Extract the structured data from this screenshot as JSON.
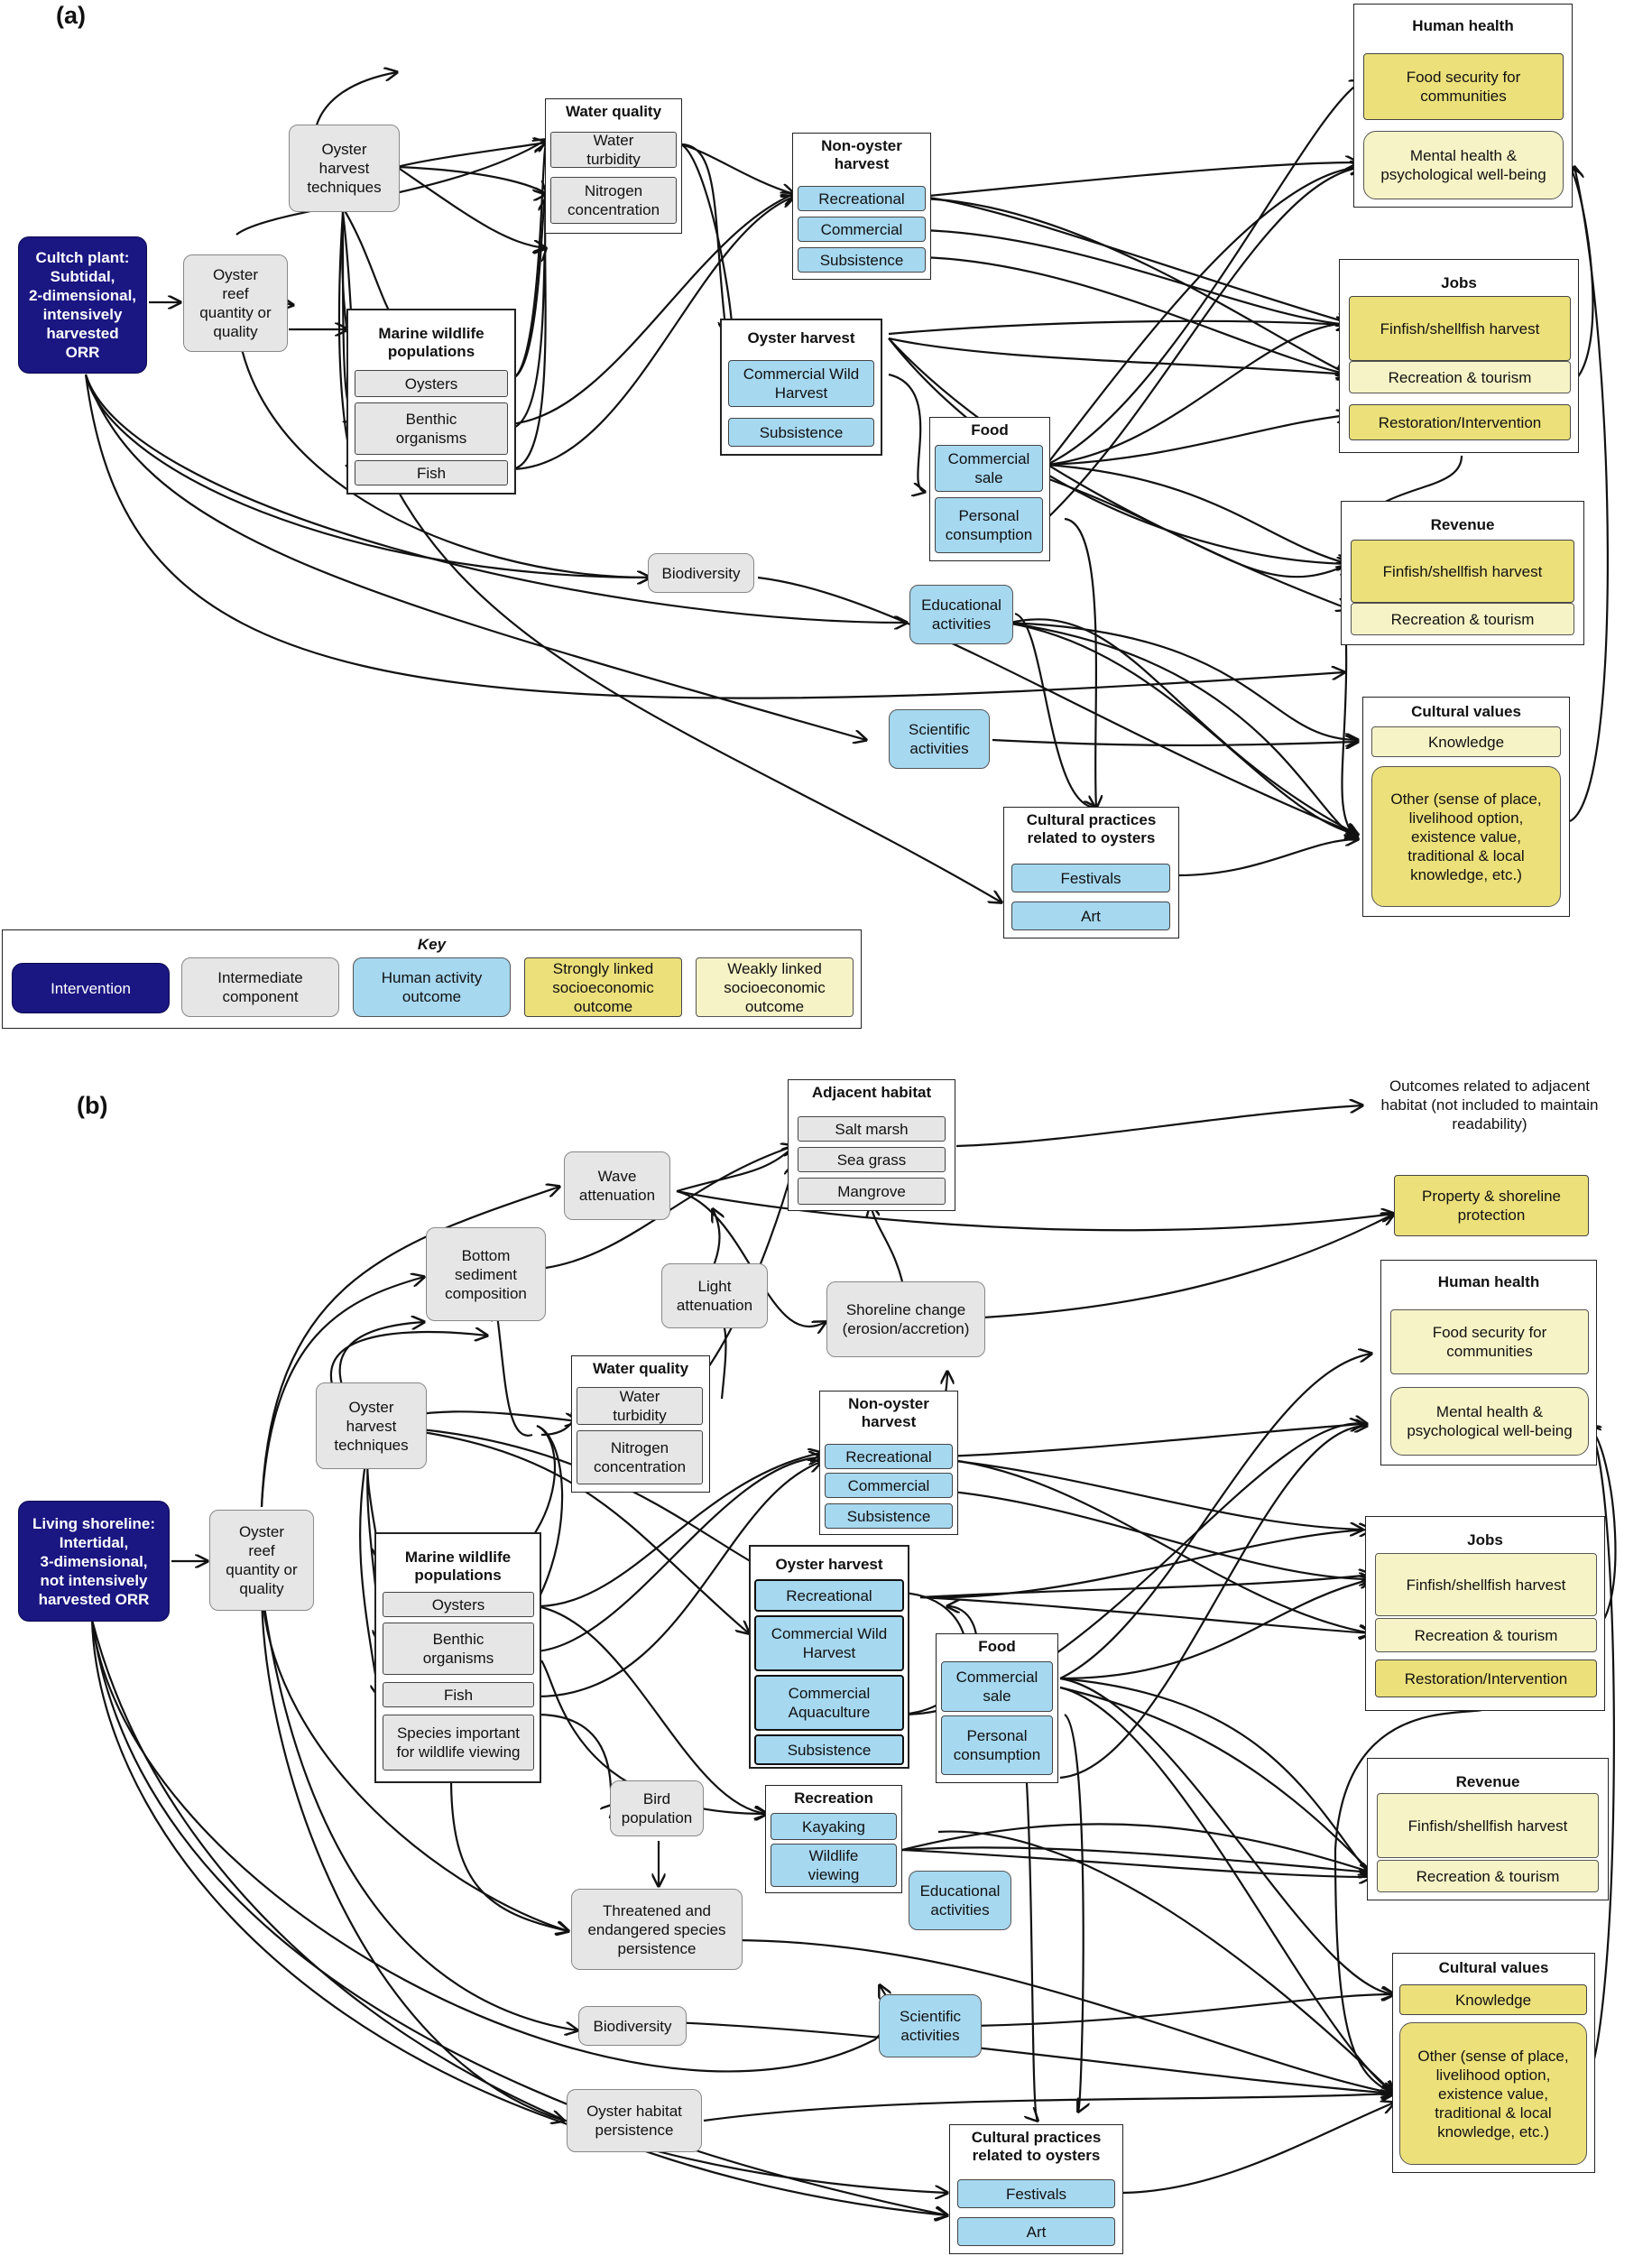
{
  "panels": {
    "a": {
      "label": "(a)",
      "intervention": "Cultch plant:\nSubtidal,\n2-dimensional,\nintensively\nharvested\nORR",
      "oyster_reef": "Oyster\nreef\nquantity or\nquality",
      "harvest_techniques": "Oyster\nharvest\ntechniques",
      "water_quality": {
        "title": "Water quality",
        "items": [
          "Water\nturbidity",
          "Nitrogen\nconcentration"
        ]
      },
      "marine_wildlife": {
        "title": "Marine wildlife\npopulations",
        "items": [
          "Oysters",
          "Benthic\norganisms",
          "Fish"
        ]
      },
      "non_oyster_harvest": {
        "title": "Non-oyster\nharvest",
        "items": [
          "Recreational",
          "Commercial",
          "Subsistence"
        ]
      },
      "oyster_harvest": {
        "title": "Oyster harvest",
        "items": [
          "Commercial Wild\nHarvest",
          "Subsistence"
        ]
      },
      "food": {
        "title": "Food",
        "items": [
          "Commercial\nsale",
          "Personal\nconsumption"
        ]
      },
      "biodiversity": "Biodiversity",
      "educational": "Educational\nactivities",
      "scientific": "Scientific\nactivities",
      "cultural_practices": {
        "title": "Cultural practices\nrelated to oysters",
        "items": [
          "Festivals",
          "Art"
        ]
      },
      "human_health": {
        "title": "Human health",
        "items": [
          "Food security for\ncommunities",
          "Mental health &\npsychological well-being"
        ]
      },
      "jobs": {
        "title": "Jobs",
        "items": [
          "Finfish/shellfish harvest",
          "Recreation & tourism",
          "Restoration/Intervention"
        ]
      },
      "revenue": {
        "title": "Revenue",
        "items": [
          "Finfish/shellfish harvest",
          "Recreation & tourism"
        ]
      },
      "cultural_values": {
        "title": "Cultural values",
        "items": [
          "Knowledge",
          "Other (sense of place,\nlivelihood option,\nexistence value,\ntraditional & local\nknowledge, etc.)"
        ]
      }
    },
    "key": {
      "title": "Key",
      "items": [
        "Intervention",
        "Intermediate\ncomponent",
        "Human activity\noutcome",
        "Strongly linked\nsocioeconomic\noutcome",
        "Weakly linked\nsocioeconomic\noutcome"
      ]
    },
    "b": {
      "label": "(b)",
      "intervention": "Living shoreline:\nIntertidal,\n3-dimensional,\nnot intensively\nharvested ORR",
      "oyster_reef": "Oyster\nreef\nquantity or\nquality",
      "harvest_techniques": "Oyster\nharvest\ntechniques",
      "bottom_sediment": "Bottom\nsediment\ncomposition",
      "wave_attenuation": "Wave\nattenuation",
      "light_attenuation": "Light\nattenuation",
      "shoreline_change": "Shoreline change\n(erosion/accretion)",
      "adjacent_habitat": {
        "title": "Adjacent habitat",
        "items": [
          "Salt marsh",
          "Sea grass",
          "Mangrove"
        ]
      },
      "adjacent_note": "Outcomes related to adjacent\nhabitat (not included to maintain\nreadability)",
      "property": "Property & shoreline\nprotection",
      "water_quality": {
        "title": "Water quality",
        "items": [
          "Water\nturbidity",
          "Nitrogen\nconcentration"
        ]
      },
      "marine_wildlife": {
        "title": "Marine wildlife\npopulations",
        "items": [
          "Oysters",
          "Benthic\norganisms",
          "Fish",
          "Species important\nfor wildlife viewing"
        ]
      },
      "non_oyster_harvest": {
        "title": "Non-oyster\nharvest",
        "items": [
          "Recreational",
          "Commercial",
          "Subsistence"
        ]
      },
      "oyster_harvest": {
        "title": "Oyster harvest",
        "items": [
          "Recreational",
          "Commercial Wild\nHarvest",
          "Commercial\nAquaculture",
          "Subsistence"
        ]
      },
      "food": {
        "title": "Food",
        "items": [
          "Commercial\nsale",
          "Personal\nconsumption"
        ]
      },
      "recreation": {
        "title": "Recreation",
        "items": [
          "Kayaking",
          "Wildlife\nviewing"
        ]
      },
      "bird": "Bird\npopulation",
      "threatened": "Threatened and\nendangered species\npersistence",
      "biodiversity": "Biodiversity",
      "habitat_persistence": "Oyster habitat\npersistence",
      "educational": "Educational\nactivities",
      "scientific": "Scientific\nactivities",
      "cultural_practices": {
        "title": "Cultural practices\nrelated to oysters",
        "items": [
          "Festivals",
          "Art"
        ]
      },
      "human_health": {
        "title": "Human health",
        "items": [
          "Food security for\ncommunities",
          "Mental health &\npsychological well-being"
        ]
      },
      "jobs": {
        "title": "Jobs",
        "items": [
          "Finfish/shellfish harvest",
          "Recreation & tourism",
          "Restoration/Intervention"
        ]
      },
      "revenue": {
        "title": "Revenue",
        "items": [
          "Finfish/shellfish harvest",
          "Recreation & tourism"
        ]
      },
      "cultural_values": {
        "title": "Cultural values",
        "items": [
          "Knowledge",
          "Other (sense of place,\nlivelihood option,\nexistence value,\ntraditional & local\nknowledge, etc.)"
        ]
      }
    }
  }
}
